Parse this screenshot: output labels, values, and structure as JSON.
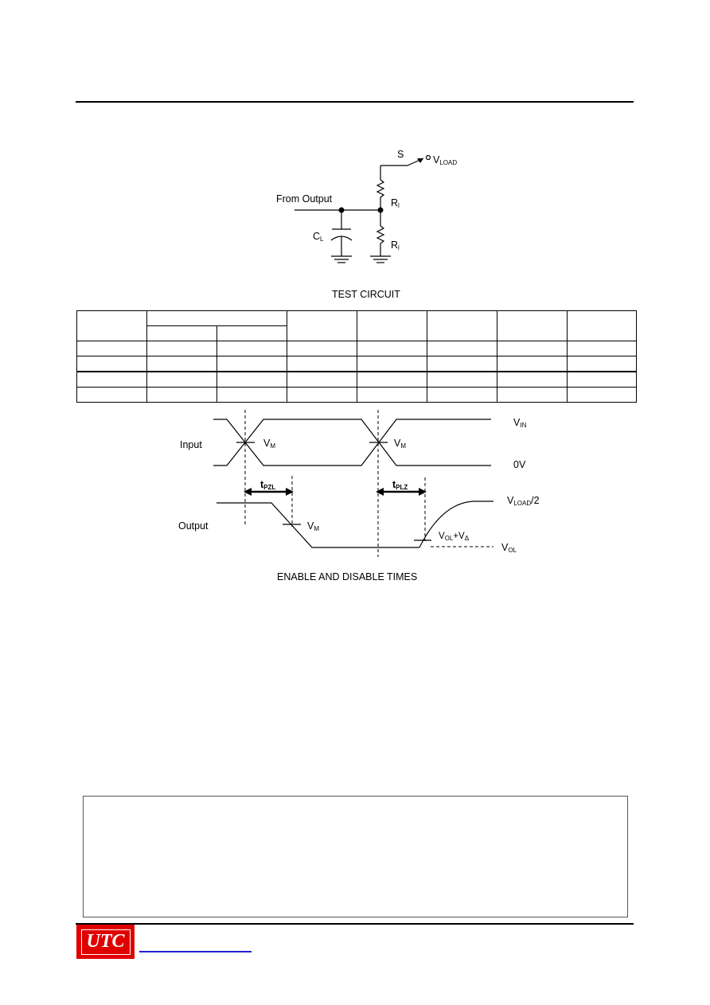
{
  "test_circuit": {
    "caption": "TEST CIRCUIT",
    "from_output": "From Output",
    "switch_label": "S",
    "vload_main": "V",
    "vload_sub": "LOAD",
    "rl_top_main": "R",
    "rl_top_sub": "l",
    "rl_bot_main": "R",
    "rl_bot_sub": "l",
    "cl_main": "C",
    "cl_sub": "L"
  },
  "timing": {
    "caption": "ENABLE AND DISABLE TIMES",
    "input_label": "Input",
    "output_label": "Output",
    "vin_main": "V",
    "vin_sub": "IN",
    "zero_v": "0V",
    "vm1_main": "V",
    "vm1_sub": "M",
    "vm2_main": "V",
    "vm2_sub": "M",
    "vm3_main": "V",
    "vm3_sub": "M",
    "tpzl_main": "t",
    "tpzl_sub": "PZL",
    "tplz_main": "t",
    "tplz_sub": "PLZ",
    "vload2_main": "V",
    "vload2_sub": "LOAD",
    "vload2_suffix": "/2",
    "volv_main1": "V",
    "volv_sub1": "OL",
    "volv_plus": "+V",
    "volv_sub2": "Δ",
    "vol_main": "V",
    "vol_sub": "OL"
  },
  "table": {
    "columns": 8,
    "rows": 6
  },
  "branding": {
    "logo_text": "UTC",
    "logo_color": "#e00000",
    "link_color": "#1f1fd0"
  }
}
